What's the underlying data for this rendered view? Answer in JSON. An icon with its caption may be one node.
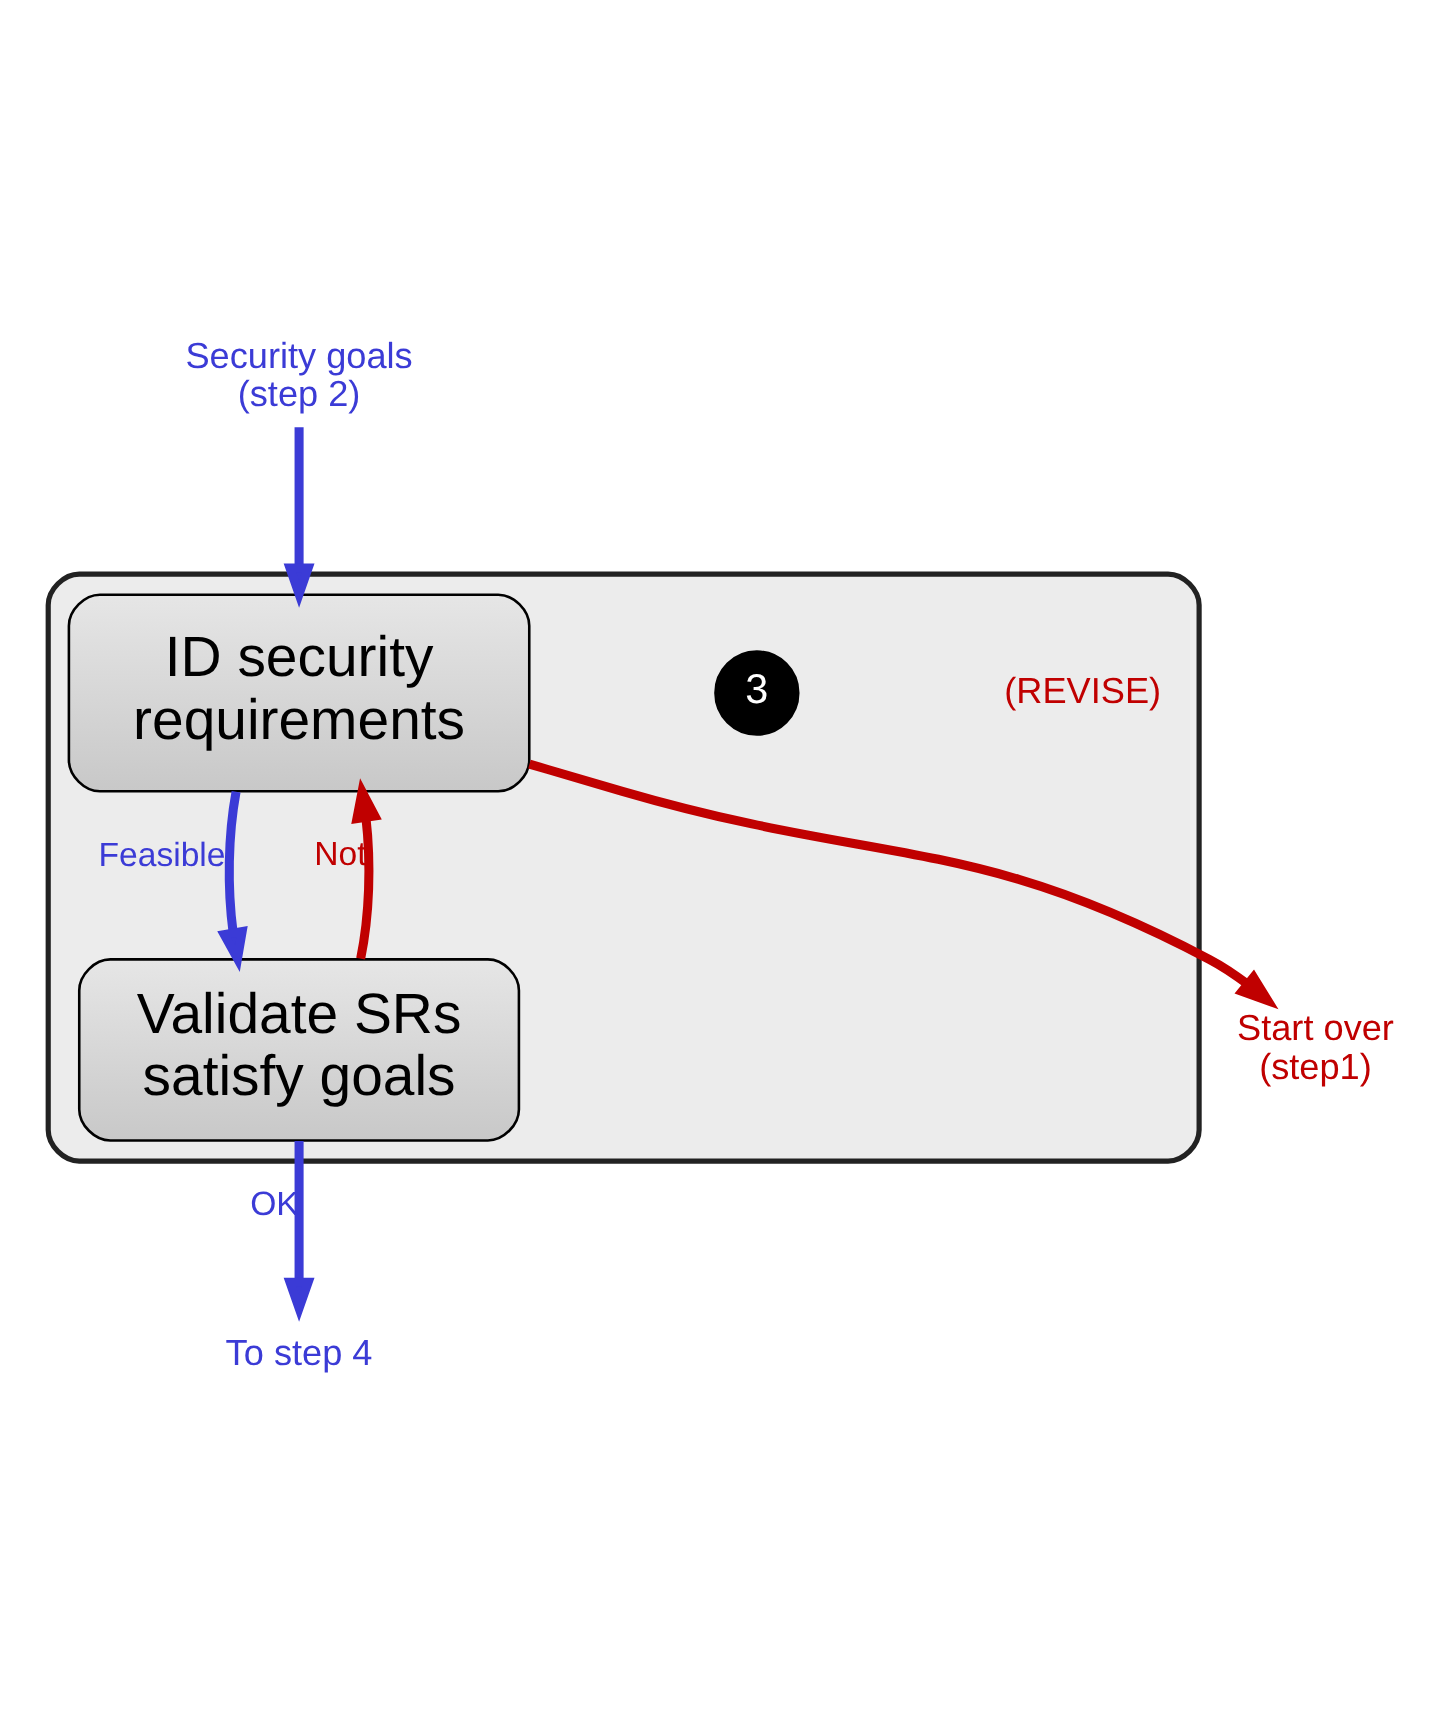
{
  "diagram": {
    "nodes": [
      {
        "text": [],
        "shape": "box"
      },
      {
        "text": [
          "3"
        ],
        "in": 0
      },
      {
        "text": [
          "ID security requirements"
        ],
        "in": 0
      },
      {
        "text": [
          "Validate SRs satisfy goals"
        ],
        "in": 0
      },
      {
        "text": [
          "Security goals (step 2)"
        ]
      },
      {
        "text": [
          "Start over (step1)"
        ]
      },
      {
        "text": [
          "To step 4"
        ]
      }
    ],
    "edges": [
      {
        "from": 4,
        "to": 2,
        "arrow": "to"
      },
      {
        "from": 2,
        "to": 5,
        "arrow": "to",
        "color": "#c00000"
      },
      {
        "from": 2,
        "to": 3,
        "arrow": "to",
        "label": "Feasible"
      },
      {
        "from": 3,
        "to": 2,
        "arrow": "to",
        "label": "Not",
        "color": "#c00000"
      },
      {
        "from": 3,
        "to": 6,
        "arrow": "to",
        "label": "OK"
      }
    ],
    "labels": [
      "(REVISE)"
    ]
  }
}
